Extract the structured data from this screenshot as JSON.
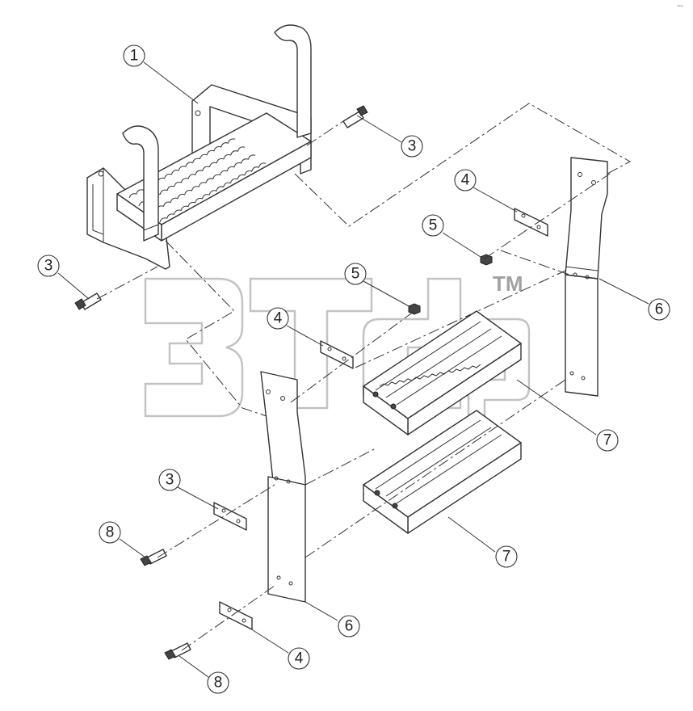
{
  "diagram": {
    "watermark": {
      "logo_text": "3Tdp",
      "trademark": "TM"
    },
    "corner_mark": "~-",
    "callouts": [
      {
        "id": "c1",
        "label": "1"
      },
      {
        "id": "c2",
        "label": "3"
      },
      {
        "id": "c3",
        "label": "3"
      },
      {
        "id": "c4",
        "label": "4"
      },
      {
        "id": "c5",
        "label": "5"
      },
      {
        "id": "c6",
        "label": "6"
      },
      {
        "id": "c7",
        "label": "5"
      },
      {
        "id": "c8",
        "label": "4"
      },
      {
        "id": "c9",
        "label": "7"
      },
      {
        "id": "c10",
        "label": "3"
      },
      {
        "id": "c11",
        "label": "8"
      },
      {
        "id": "c12",
        "label": "7"
      },
      {
        "id": "c13",
        "label": "6"
      },
      {
        "id": "c14",
        "label": "4"
      },
      {
        "id": "c15",
        "label": "8"
      }
    ]
  }
}
